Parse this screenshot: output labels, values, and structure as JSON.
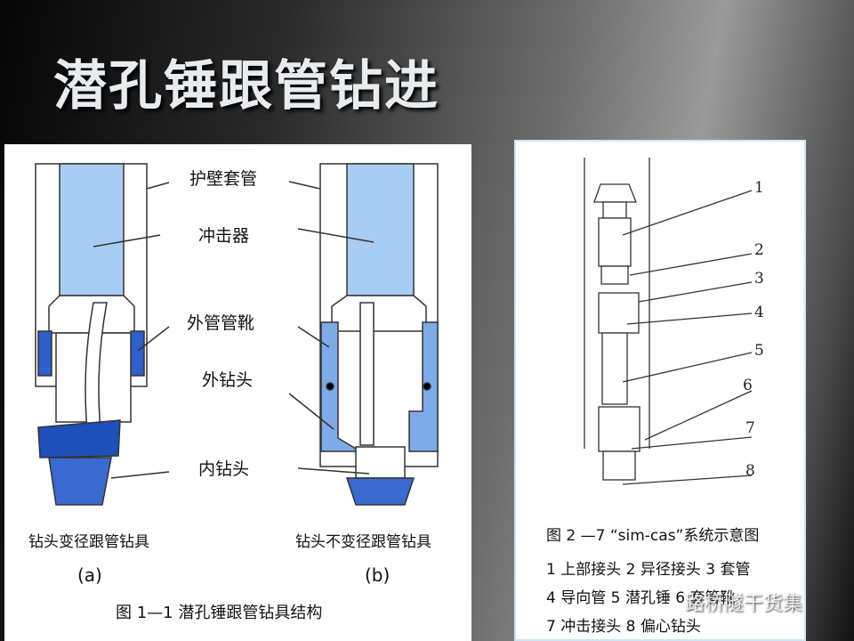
{
  "slide": {
    "title": "潜孔锤跟管钻进"
  },
  "figure1": {
    "labels": [
      "护壁套管",
      "冲击器",
      "外管管靴",
      "外钻头",
      "内钻头"
    ],
    "sub_a": "钻头变径跟管钻具",
    "sub_b": "钻头不变径跟管钻具",
    "tag_a": "(a)",
    "tag_b": "(b)",
    "caption": "图 1—1 潜孔锤跟管钻具结构"
  },
  "figure2": {
    "numbers": [
      "1",
      "2",
      "3",
      "4",
      "5",
      "6",
      "7",
      "8"
    ],
    "caption": "图 2 —7 “sim-cas”系统示意图",
    "legend": [
      "1 上部接头  2 异径接头  3 套管",
      "4  导向管  5  潜孔锤  6 套管靴",
      "7 冲击接头  8 偏心钻头"
    ]
  },
  "watermark": "路桥隧干货集",
  "colors": {
    "light_blue": "#a9cdf2",
    "mid_blue": "#5d8fe0",
    "dark_blue": "#1f4fb8"
  }
}
